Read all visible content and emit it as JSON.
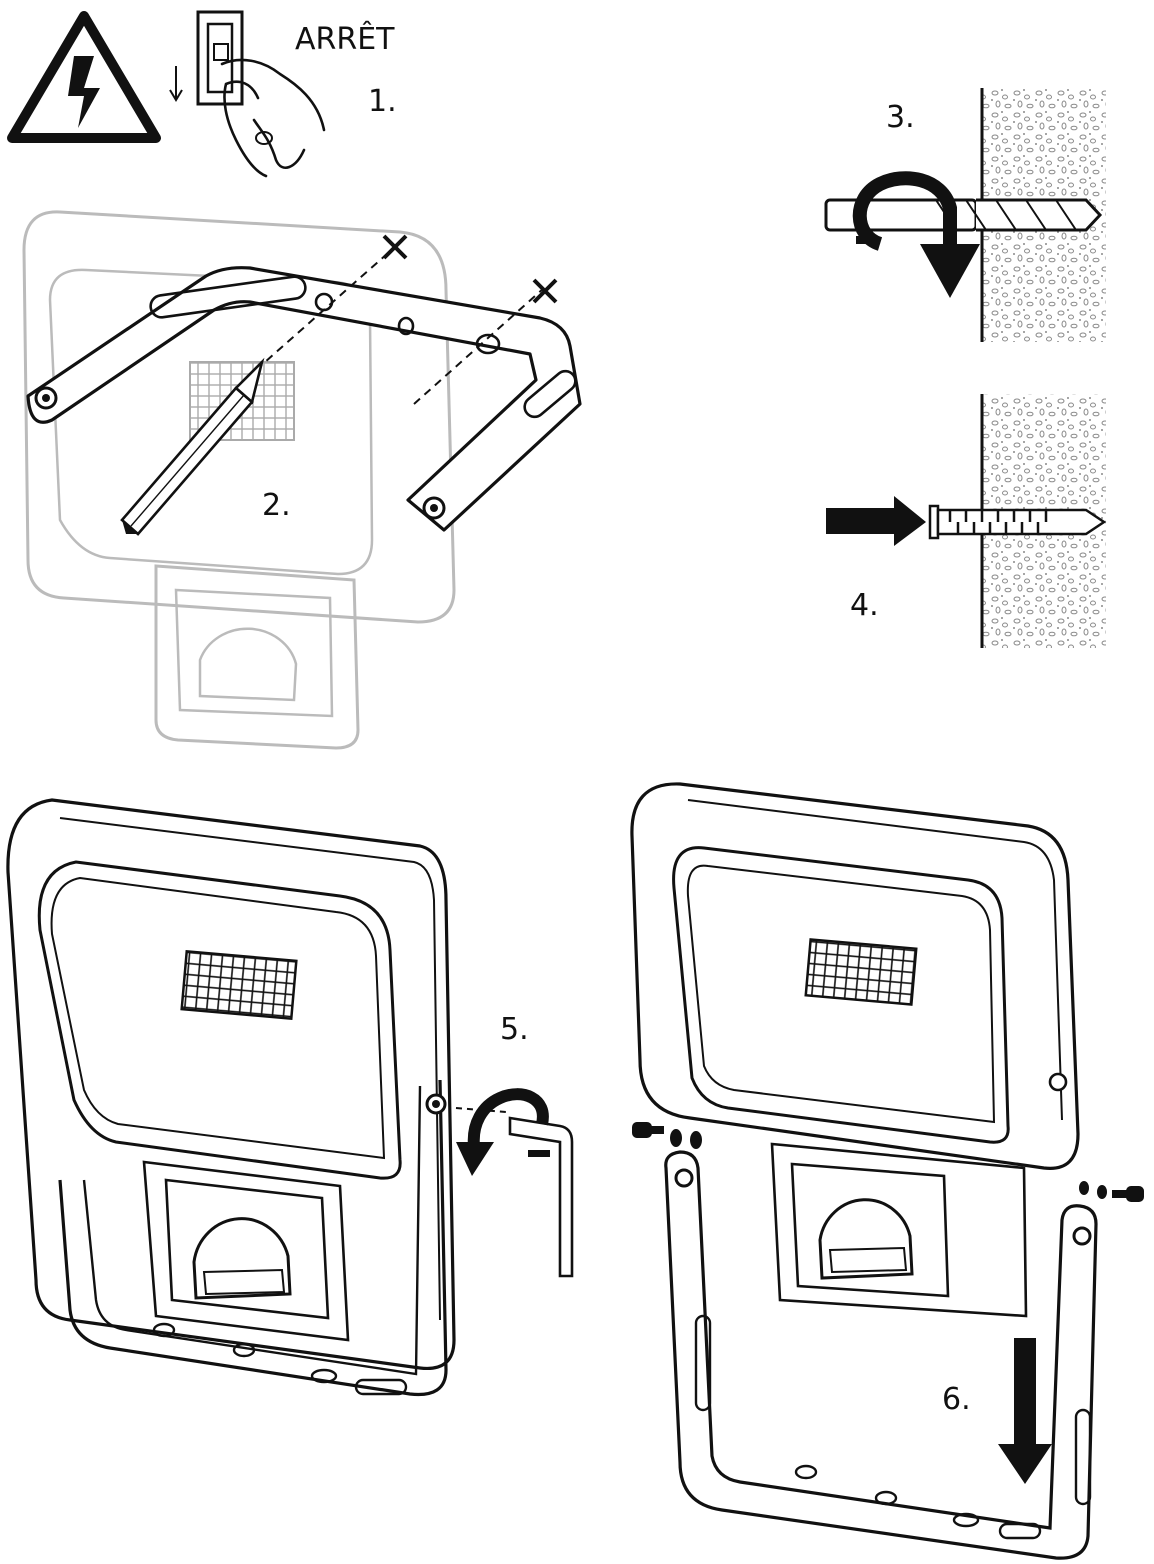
{
  "labels": {
    "off": "ARRÊT",
    "step1": "1.",
    "step2": "2.",
    "step3": "3.",
    "step4": "4.",
    "step5": "5.",
    "step6": "6."
  },
  "colors": {
    "line": "#111111",
    "faded": "#b8b8b8",
    "wall": "#8a8a8a"
  },
  "icons": [
    "warning-high-voltage-icon",
    "light-switch-icon",
    "hand-icon",
    "pencil-icon",
    "drill-bit-icon",
    "wall-plug-icon",
    "allen-key-icon",
    "screw-icon",
    "washer-icon",
    "rotate-arrow-icon",
    "push-arrow-icon",
    "down-arrow-icon"
  ]
}
